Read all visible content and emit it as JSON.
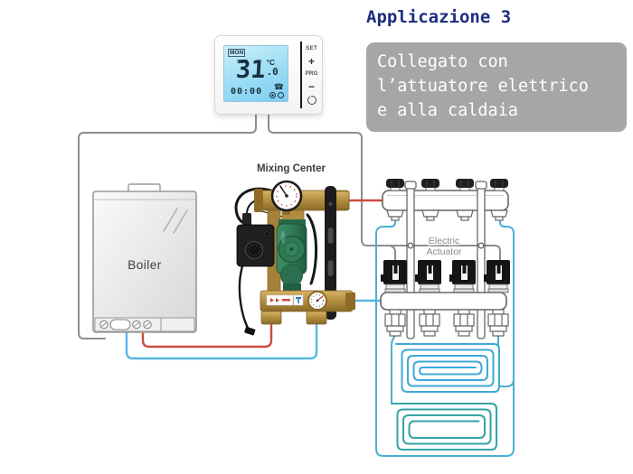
{
  "header": {
    "title": "Applicazione 3",
    "note_lines": [
      "Collegato con",
      "l’attuatore elettrico",
      "e alla caldaia"
    ]
  },
  "thermostat": {
    "day": "MON",
    "set_indicator": "SET",
    "temp": "31",
    "temp_decimal": ".0",
    "temp_unit": "°C",
    "time": "00:00",
    "buttons": {
      "set": "SET",
      "plus": "+",
      "prg": "PRG",
      "minus": "−"
    }
  },
  "diagram_labels": {
    "boiler": "Boiler",
    "mixing_center": "Mixing Center",
    "electric_actuator": [
      "Electric",
      "Actuator"
    ]
  },
  "colors": {
    "title": "#1c2e80",
    "note_bg": "#a6a6a6",
    "note_text": "#ffffff",
    "wire": "#8e8e8e",
    "pipe_hot": "#d04a3c",
    "pipe_cold": "#57b7e6",
    "loop_supply": "#49b0d2",
    "coil_upper": "#3fa8d8",
    "coil_lower": "#35a3a3",
    "lcd_blue": "#9adcf5",
    "pump_green": "#2e7a55",
    "brass": "#b08d3e"
  }
}
